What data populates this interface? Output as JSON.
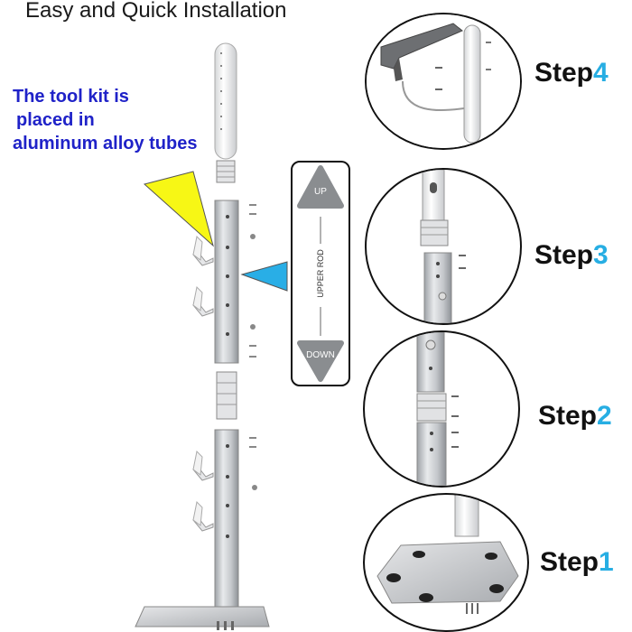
{
  "title": "Easy and Quick Installation",
  "kit_note": {
    "line1": "The tool kit is",
    "line2": "placed in",
    "line3": "aluminum alloy tubes"
  },
  "label_card": {
    "up": "UP",
    "rod": "UPPER ROD",
    "down": "DOWN"
  },
  "steps": [
    {
      "word": "Step",
      "number": "4"
    },
    {
      "word": "Step",
      "number": "3"
    },
    {
      "word": "Step",
      "number": "2"
    },
    {
      "word": "Step",
      "number": "1"
    }
  ],
  "colors": {
    "note_text": "#1f22c8",
    "step_number": "#27aee3",
    "yellow_pointer": "#f7f715",
    "blue_pointer": "#29aee6",
    "tube_gray": "#b9bcc0"
  }
}
